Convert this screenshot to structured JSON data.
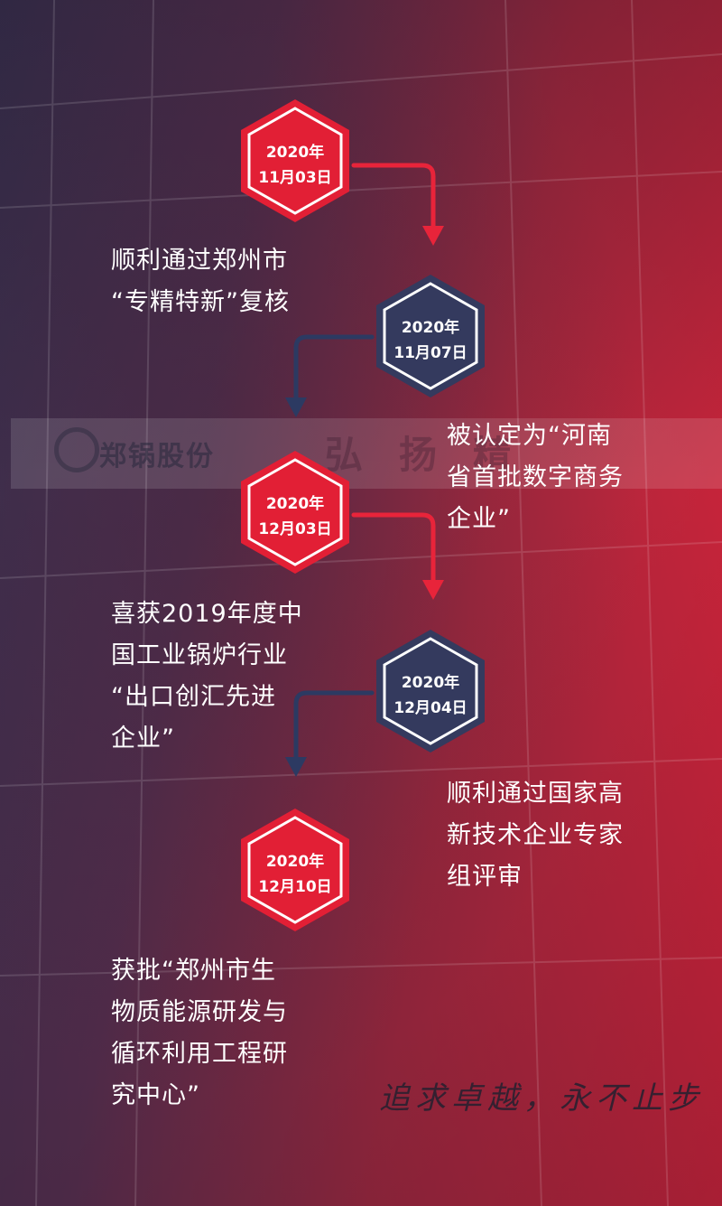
{
  "banner": {
    "company": "郑锅股份",
    "motto": "弘扬精"
  },
  "milestones": [
    {
      "year": "2020年",
      "date": "11月03日",
      "text": [
        "顺利通过郑州市",
        "“专精特新”复核"
      ]
    },
    {
      "year": "2020年",
      "date": "11月07日",
      "text": [
        "被认定为“河南",
        "省首批数字商务",
        "企业”"
      ]
    },
    {
      "year": "2020年",
      "date": "12月03日",
      "text": [
        "喜获2019年度中",
        "国工业锅炉行业",
        "“出口创汇先进",
        "企业”"
      ]
    },
    {
      "year": "2020年",
      "date": "12月04日",
      "text": [
        "顺利通过国家高",
        "新技术企业专家",
        "组评审"
      ]
    },
    {
      "year": "2020年",
      "date": "12月10日",
      "text": [
        "获批“郑州市生",
        "物质能源研发与",
        "循环利用工程研",
        "究中心”"
      ]
    }
  ],
  "slogan": "追求卓越，永不止步",
  "colors": {
    "red": "#e0263a",
    "navy": "#343a5e",
    "white": "#ffffff"
  }
}
